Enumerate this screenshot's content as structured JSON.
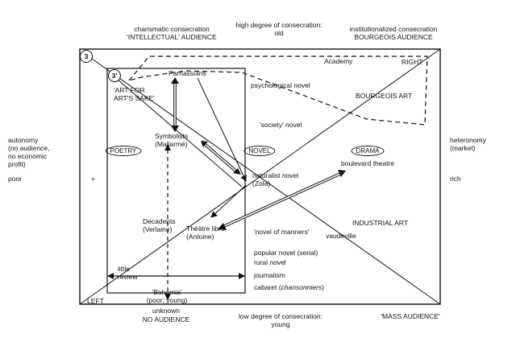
{
  "top": {
    "left_line1": "charismatic consecration",
    "left_line2": "'INTELLECTUAL' AUDIENCE",
    "center_line1": "high degree of consecration:",
    "center_line2": "old",
    "right_line1": "institutionalized consecration",
    "right_line2": "BOURGEOIS AUDIENCE"
  },
  "left_side": {
    "autonomy": "autonomy\n(no audience,\nno economic\nprofit)",
    "poor": "poor",
    "plus": "+"
  },
  "right_side": {
    "heteronomy": "heteronomy\n(market)",
    "rich": "rich"
  },
  "bottom": {
    "left": "LEFT",
    "unknown": "unknown",
    "no_audience": "NO AUDIENCE",
    "center_line1": "low degree of consecration:",
    "center_line2": "young",
    "mass_audience": "'MASS AUDIENCE'"
  },
  "badges": {
    "outer": "3",
    "inner": "3'"
  },
  "genres": {
    "poetry": "POETRY",
    "novel": "NOVEL",
    "drama": "DRAMA"
  },
  "labels": {
    "academy": "Academy",
    "right": "RIGHT",
    "parnassians": "Parnassians",
    "art_for_art": "'ART FOR\nART'S SAKE'",
    "psychological_novel": "psychological novel",
    "bourgeois_art": "BOURGEOIS ART",
    "society_novel": "'society' novel",
    "symbolists": "Symbolists\n(Mallarmé)",
    "naturalist_novel": "naturalist novel\n(Zola)",
    "boulevard_theatre": "boulevard theatre",
    "industrial_art": "INDUSTRIAL ART",
    "vaudeville": "vaudeville",
    "decadents": "Decadents\n(Verlaine)",
    "theatre_libre": "Théâtre libre\n(Antoine)",
    "novel_of_manners": "'novel of manners'",
    "popular_novel": "popular novel (serial)",
    "rural_novel": "rural novel",
    "journalism": "journalism",
    "cabaret_prefix": "cabaret (",
    "cabaret_italic": "chansonniers",
    "cabaret_suffix": ")",
    "little_review": "little\nreview",
    "bohemia": "'Bohemia'\n(poor; young)"
  }
}
